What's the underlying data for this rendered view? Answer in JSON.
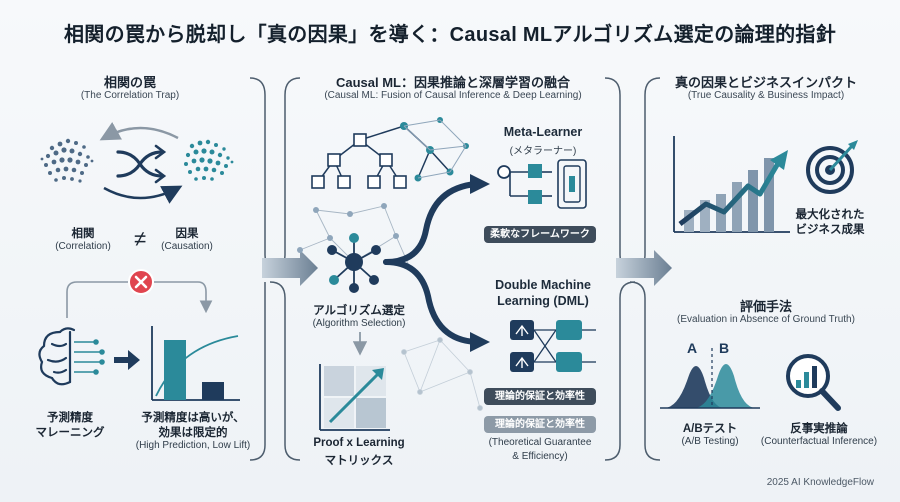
{
  "title": "相関の罠から脱却し「真の因果」を導く：Causal MLアルゴリズム選定の論理的指針",
  "left": {
    "heading": "相関の罠",
    "subheading": "(The Correlation Trap)",
    "correlation_label": "相関",
    "correlation_sub": "(Correlation)",
    "neq": "≠",
    "causation_label": "因果",
    "causation_sub": "(Causation)",
    "prediction_label_1": "予測精度",
    "prediction_label_2": "マレーニング",
    "lift_label_1": "予測精度は高いが、",
    "lift_label_2": "効果は限定的",
    "lift_sub": "(High Prediction, Low Lift)"
  },
  "middle": {
    "heading": "Causal ML：因果推論と深層学習の融合",
    "subheading": "(Causal ML: Fusion of Causal Inference & Deep Learning)",
    "meta_title": "Meta-Learner",
    "meta_sub": "(メタラーナー)",
    "meta_pill": "柔軟なフレームワーク",
    "algo_label": "アルゴリズム選定",
    "algo_sub": "(Algorithm Selection)",
    "dml_title_1": "Double Machine",
    "dml_title_2": "Learning (DML)",
    "dml_pill_1": "理論的保証と効率性",
    "dml_pill_2": "理論的保証と効率性",
    "dml_sub_1": "(Theoretical Guarantee",
    "dml_sub_2": "& Efficiency)",
    "matrix_title_1": "Proof x Learning",
    "matrix_title_2": "マトリックス"
  },
  "right": {
    "heading": "真の因果とビジネスインパクト",
    "subheading": "(True Causality & Business Impact)",
    "impact_1": "最大化された",
    "impact_2": "ビジネス成果",
    "eval_heading": "評価手法",
    "eval_sub": "(Evaluation in Absence of Ground Truth)",
    "ab_a": "A",
    "ab_b": "B",
    "ab_label": "A/Bテスト",
    "ab_sub": "(A/B Testing)",
    "cf_label": "反事実推論",
    "cf_sub": "(Counterfactual Inference)"
  },
  "brand": "2025 AI KnowledgeFlow",
  "colors": {
    "navy": "#1f3b5c",
    "teal": "#2b8a9a",
    "red": "#e0454f",
    "pill_dark": "#3e4c5b"
  }
}
